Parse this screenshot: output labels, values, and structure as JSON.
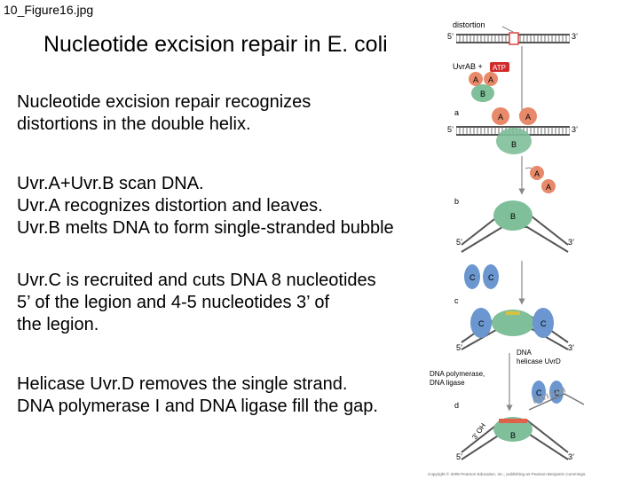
{
  "file_label": "10_Figure16.jpg",
  "title": "Nucleotide excision repair in E. coli",
  "paragraphs": [
    {
      "lines": [
        "Nucleotide excision repair recognizes",
        "distortions in the double helix."
      ]
    },
    {
      "lines": [
        "Uvr.A+Uvr.B scan DNA.",
        "Uvr.A recognizes distortion and leaves.",
        "Uvr.B melts DNA to form single-stranded bubble"
      ]
    },
    {
      "lines": [
        "Uvr.C is recruited and cuts DNA 8 nucleotides",
        "5’ of the legion and 4-5 nucleotides 3’ of",
        "the legion."
      ]
    },
    {
      "lines": [
        "Helicase Uvr.D removes the single strand.",
        "DNA polymerase I and DNA ligase fill the gap."
      ]
    }
  ],
  "figure": {
    "labels": {
      "distortion": "distortion",
      "five_prime": "5’",
      "three_prime": "3’",
      "uvrab": "UvrAB +",
      "atp": "ATP",
      "protein_a": "A",
      "protein_b": "B",
      "protein_c": "C",
      "step_a": "a",
      "step_b": "b",
      "step_c": "c",
      "step_d": "d",
      "dna_pol": "DNA polymerase,",
      "dna_ligase": "DNA ligase",
      "helicase_dna": "DNA",
      "helicase_uvrd": "helicase UvrD",
      "three_oh": "3’ OH",
      "copyright": "Copyright © 2008 Pearson Education, Inc., publishing as Pearson Benjamin Cummings."
    },
    "colors": {
      "strand": "#555555",
      "protein_a": "#e8896a",
      "protein_b": "#7fbf9a",
      "protein_c": "#6b96cf",
      "atp_badge": "#d12a2a",
      "highlight": "#d8c040",
      "repair": "#e0604a"
    }
  }
}
